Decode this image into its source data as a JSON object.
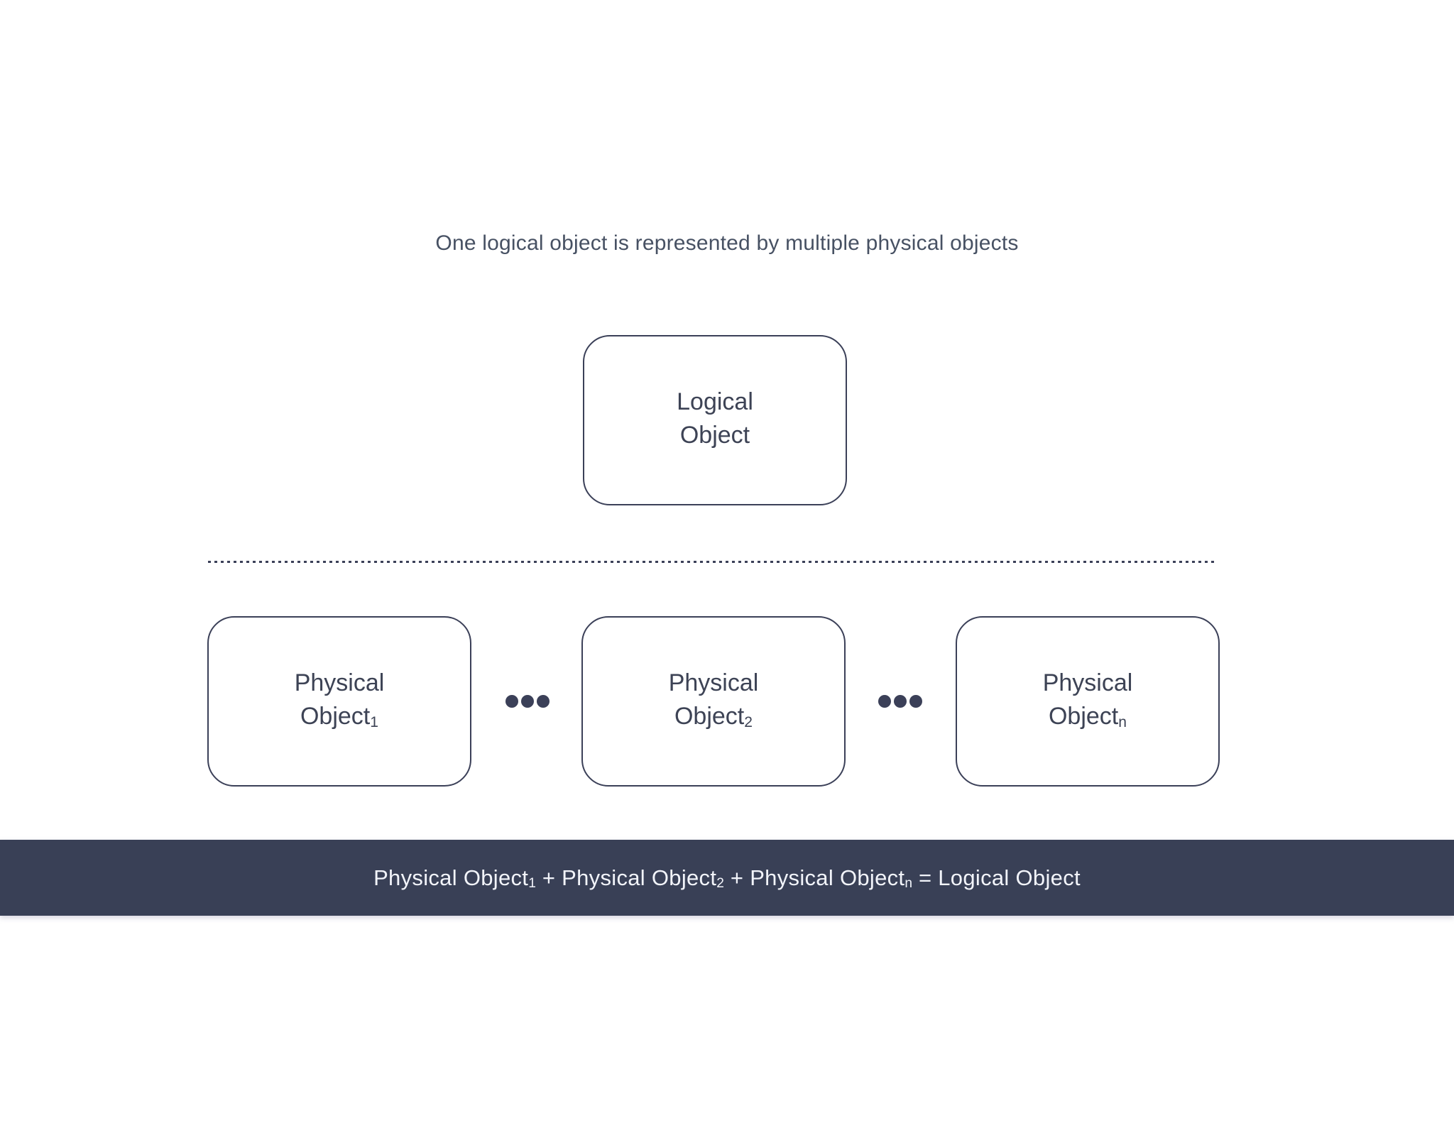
{
  "title": "One logical object is represented by multiple physical objects",
  "diagram": {
    "logical_box": {
      "line1": "Logical",
      "line2": "Object",
      "subscript": ""
    },
    "physical_boxes": [
      {
        "line1": "Physical",
        "line2": "Object",
        "subscript": "1"
      },
      {
        "line1": "Physical",
        "line2": "Object",
        "subscript": "2"
      },
      {
        "line1": "Physical",
        "line2": "Object",
        "subscript": "n"
      }
    ],
    "separator_style": "dotted-line",
    "ellipsis_icon": "three-dots"
  },
  "banner": {
    "equation": [
      {
        "text": "Physical Object",
        "sub": "1"
      },
      {
        "text": " + Physical Object",
        "sub": "2"
      },
      {
        "text": " + Physical Object",
        "sub": "n"
      },
      {
        "text": " = Logical Object",
        "sub": ""
      }
    ]
  },
  "colors": {
    "ink": "#3b4058",
    "box_text": "#3d4355",
    "title_text": "#475163",
    "banner_background": "#394056",
    "banner_text": "#f2f4fa",
    "page_background": "#ffffff"
  }
}
